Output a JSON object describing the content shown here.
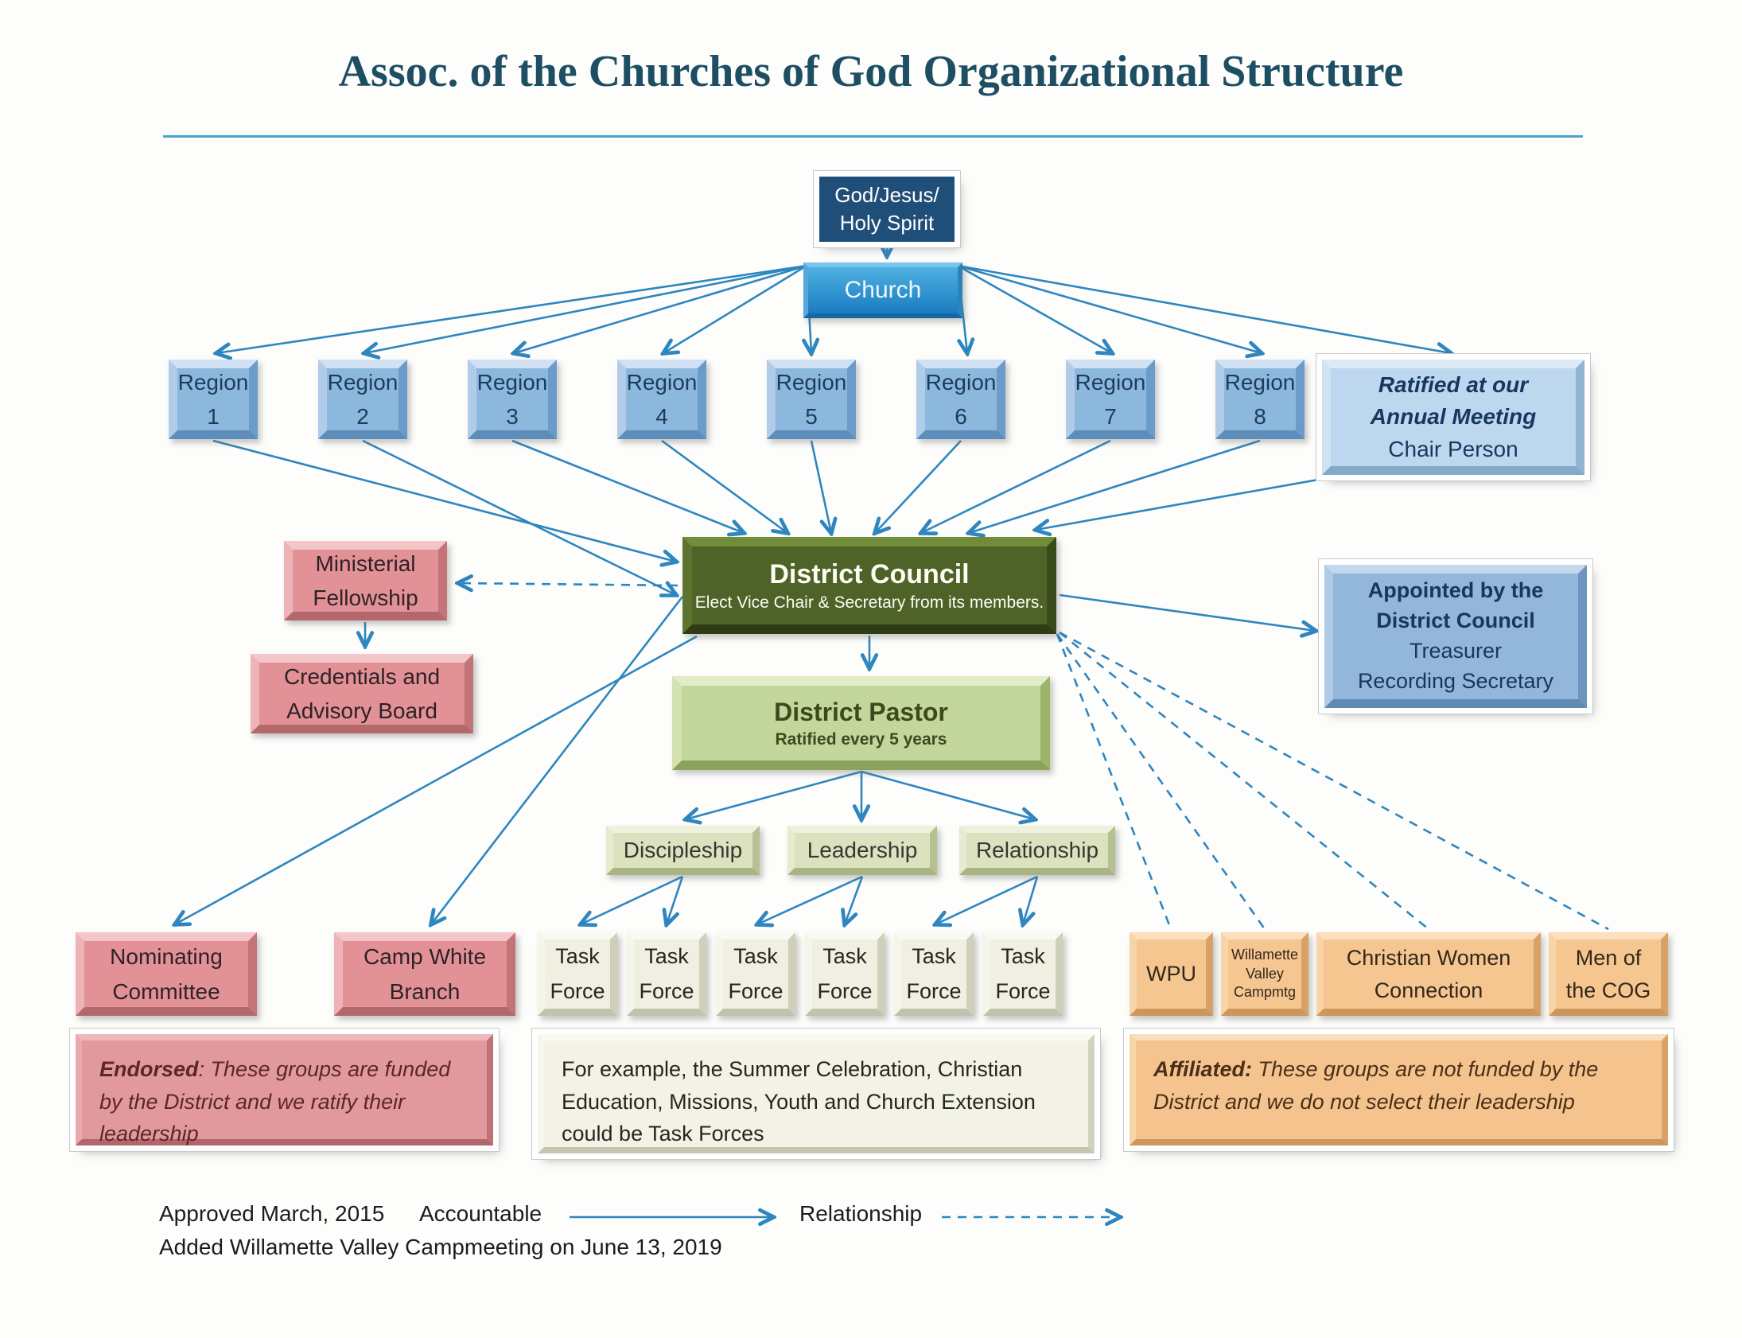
{
  "title": "Assoc. of the Churches of God Organizational Structure",
  "colors": {
    "title_text": "#1d4e63",
    "arrow_blue": "#2e86c0",
    "god_navy": "#1f4e79",
    "church_blue": "#2791d4",
    "region_blue": "#8cb8de",
    "ratified_light_blue": "#bdd7ee",
    "appointed_mid_blue": "#93b6db",
    "endorsed_pink": "#e29296",
    "council_dark_olive": "#4f6228",
    "pastor_light_green": "#c3d69b",
    "ministry_pale_green": "#dbe2c0",
    "task_force_ivory": "#efefe2",
    "affiliated_tan": "#f5c690"
  },
  "nodes": {
    "god": {
      "line1": "God/Jesus/",
      "line2": "Holy Spirit"
    },
    "church": {
      "label": "Church"
    },
    "regions": [
      {
        "name": "Region",
        "number": "1"
      },
      {
        "name": "Region",
        "number": "2"
      },
      {
        "name": "Region",
        "number": "3"
      },
      {
        "name": "Region",
        "number": "4"
      },
      {
        "name": "Region",
        "number": "5"
      },
      {
        "name": "Region",
        "number": "6"
      },
      {
        "name": "Region",
        "number": "7"
      },
      {
        "name": "Region",
        "number": "8"
      }
    ],
    "ratified": {
      "line1": "Ratified at our",
      "line2": "Annual Meeting",
      "line3": "Chair Person"
    },
    "ministerial": {
      "line1": "Ministerial",
      "line2": "Fellowship"
    },
    "credentials": {
      "line1": "Credentials and",
      "line2": "Advisory Board"
    },
    "council": {
      "title": "District Council",
      "subtitle": "Elect Vice Chair & Secretary from its members."
    },
    "appointed": {
      "line1": "Appointed by the",
      "line2": "District Council",
      "line3": "Treasurer",
      "line4": "Recording Secretary"
    },
    "pastor": {
      "title": "District Pastor",
      "subtitle": "Ratified every 5 years"
    },
    "discipleship": {
      "label": "Discipleship"
    },
    "leadership": {
      "label": "Leadership"
    },
    "relationship": {
      "label": "Relationship"
    },
    "task_force": {
      "line1": "Task",
      "line2": "Force"
    },
    "nominating": {
      "line1": "Nominating",
      "line2": "Committee"
    },
    "camp_white": {
      "line1": "Camp White",
      "line2": "Branch"
    },
    "wpu": {
      "label": "WPU"
    },
    "willamette": {
      "line1": "Willamette",
      "line2": "Valley",
      "line3": "Campmtg"
    },
    "cwc": {
      "line1": "Christian Women",
      "line2": "Connection"
    },
    "men_cog": {
      "line1": "Men of",
      "line2": "the COG"
    }
  },
  "notes": {
    "endorsed_lead": "Endorsed",
    "endorsed_rest": ": These groups are funded by the District and we ratify their leadership",
    "example": "For example, the Summer Celebration, Christian Education, Missions, Youth and Church Extension could be Task Forces",
    "affiliated_lead": "Affiliated:",
    "affiliated_rest": " These groups are not funded by the District and we do not select their leadership"
  },
  "legend": {
    "approved": "Approved March, 2015",
    "accountable": "Accountable",
    "relationship": "Relationship",
    "added": "Added Willamette Valley Campmeeting on June 13, 2019"
  }
}
